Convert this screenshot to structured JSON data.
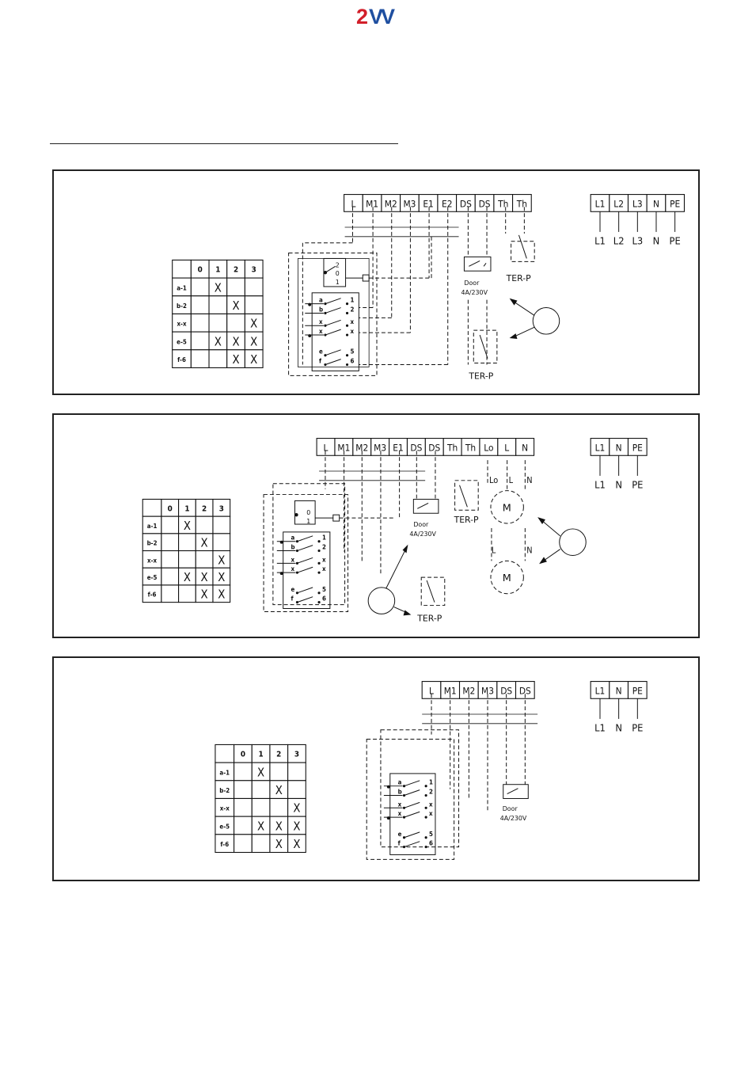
{
  "logo": {
    "text": "2VV",
    "colors": {
      "two": "#d21f2a",
      "vv": "#1f4fa0"
    }
  },
  "panel1": {
    "terminals": [
      "L",
      "M1",
      "M2",
      "M3",
      "E1",
      "E2",
      "DS",
      "DS",
      "Th",
      "Th"
    ],
    "supply": [
      "L1",
      "L2",
      "L3",
      "N",
      "PE"
    ],
    "supply_labels": [
      "L1",
      "L2",
      "L3",
      "N",
      "PE"
    ],
    "table": {
      "header": [
        "",
        "0",
        "1",
        "2",
        "3"
      ],
      "rows": [
        [
          "a-1",
          "",
          "X",
          "",
          ""
        ],
        [
          "b-2",
          "",
          "",
          "X",
          ""
        ],
        [
          "x-x",
          "",
          "",
          "",
          "X"
        ],
        [
          "e-5",
          "",
          "X",
          "X",
          "X"
        ],
        [
          "f-6",
          "",
          "",
          "X",
          "X"
        ]
      ]
    },
    "door_label": "Door",
    "door_rating": "4A/230V",
    "ter_p_top": "TER-P",
    "ter_p_bottom": "TER-P",
    "switch_contacts_left": [
      "a",
      "b",
      "x",
      "x",
      "e",
      "f"
    ],
    "switch_contacts_right": [
      "1",
      "2",
      "x",
      "x",
      "5",
      "6"
    ],
    "switch_positions": [
      "2",
      "0",
      "1"
    ]
  },
  "panel2": {
    "terminals": [
      "L",
      "M1",
      "M2",
      "M3",
      "E1",
      "DS",
      "DS",
      "Th",
      "Th",
      "Lo",
      "L",
      "N"
    ],
    "supply": [
      "L1",
      "N",
      "PE"
    ],
    "supply_labels": [
      "L1",
      "N",
      "PE"
    ],
    "table": {
      "header": [
        "",
        "0",
        "1",
        "2",
        "3"
      ],
      "rows": [
        [
          "a-1",
          "",
          "X",
          "",
          ""
        ],
        [
          "b-2",
          "",
          "",
          "X",
          ""
        ],
        [
          "x-x",
          "",
          "",
          "",
          "X"
        ],
        [
          "e-5",
          "",
          "X",
          "X",
          "X"
        ],
        [
          "f-6",
          "",
          "",
          "X",
          "X"
        ]
      ]
    },
    "door_label": "Door",
    "door_rating": "4A/230V",
    "ter_p_top": "TER-P",
    "ter_p_bottom": "TER-P",
    "motor_label": "M",
    "motor_top_terms": [
      "Lo",
      "L",
      "N"
    ],
    "motor_bottom_terms": [
      "L",
      "N"
    ],
    "switch_contacts_left": [
      "a",
      "b",
      "x",
      "x",
      "e",
      "f"
    ],
    "switch_contacts_right": [
      "1",
      "2",
      "x",
      "x",
      "5",
      "6"
    ],
    "switch_positions": [
      "0",
      "1"
    ]
  },
  "panel3": {
    "terminals": [
      "L",
      "M1",
      "M2",
      "M3",
      "DS",
      "DS"
    ],
    "supply": [
      "L1",
      "N",
      "PE"
    ],
    "supply_labels": [
      "L1",
      "N",
      "PE"
    ],
    "table": {
      "header": [
        "",
        "0",
        "1",
        "2",
        "3"
      ],
      "rows": [
        [
          "a-1",
          "",
          "X",
          "",
          ""
        ],
        [
          "b-2",
          "",
          "",
          "X",
          ""
        ],
        [
          "x-x",
          "",
          "",
          "",
          "X"
        ],
        [
          "e-5",
          "",
          "X",
          "X",
          "X"
        ],
        [
          "f-6",
          "",
          "",
          "X",
          "X"
        ]
      ]
    },
    "door_label": "Door",
    "door_rating": "4A/230V",
    "switch_contacts_left": [
      "a",
      "b",
      "x",
      "x",
      "e",
      "f"
    ],
    "switch_contacts_right": [
      "1",
      "2",
      "x",
      "x",
      "5",
      "6"
    ]
  }
}
